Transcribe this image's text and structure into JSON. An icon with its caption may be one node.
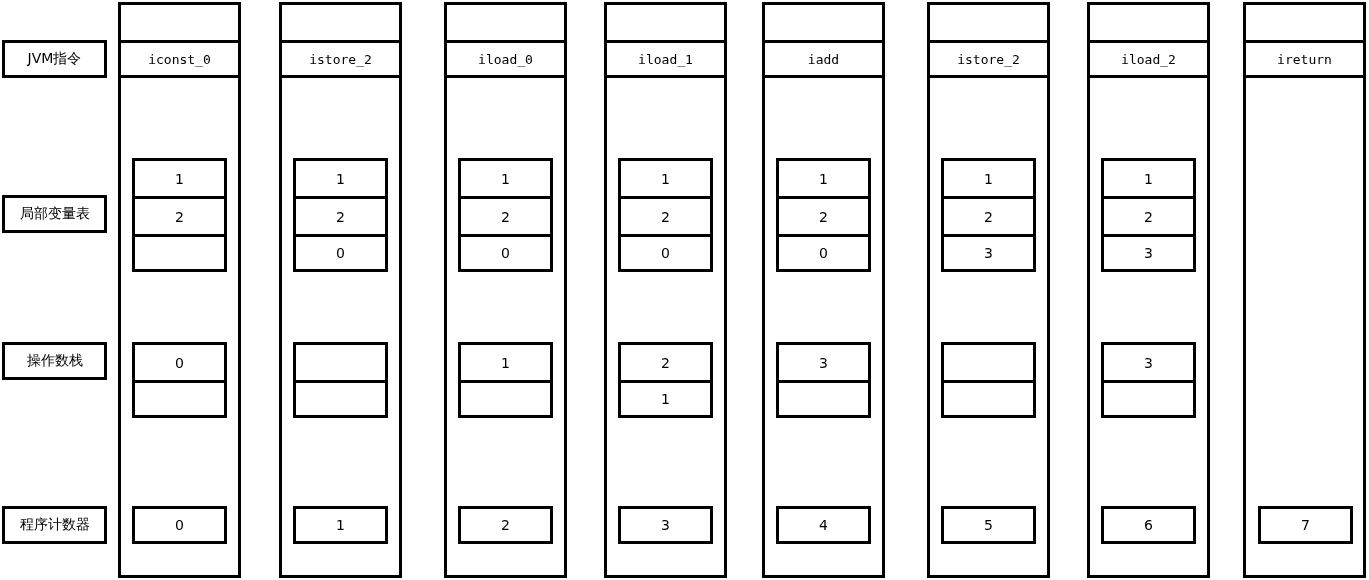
{
  "diagram": {
    "nodes": [
      {
        "text": [
          "JVM指令"
        ]
      },
      {
        "text": [
          "局部变量表"
        ]
      },
      {
        "text": [
          "操作数栈"
        ]
      },
      {
        "text": [
          "程序计数器"
        ]
      },
      {
        "text": [],
        "shape": "box"
      },
      {
        "text": [
          "iconst_0"
        ],
        "in": 4
      },
      {
        "text": [
          "1"
        ],
        "in": 4
      },
      {
        "text": [
          "2"
        ],
        "in": 4
      },
      {
        "text": [],
        "shape": "box",
        "in": 4
      },
      {
        "text": [
          "0"
        ],
        "in": 4
      },
      {
        "text": [],
        "shape": "box",
        "in": 4
      },
      {
        "text": [
          "0"
        ],
        "in": 4
      },
      {
        "text": [],
        "shape": "box"
      },
      {
        "text": [
          "istore_2"
        ],
        "in": 12
      },
      {
        "text": [
          "1"
        ],
        "in": 12
      },
      {
        "text": [
          "2"
        ],
        "in": 12
      },
      {
        "text": [
          "0"
        ],
        "in": 12
      },
      {
        "text": [],
        "shape": "box",
        "in": 12
      },
      {
        "text": [],
        "shape": "box",
        "in": 12
      },
      {
        "text": [
          "1"
        ],
        "in": 12
      },
      {
        "text": [],
        "shape": "box"
      },
      {
        "text": [
          "iload_0"
        ],
        "in": 20
      },
      {
        "text": [
          "1"
        ],
        "in": 20
      },
      {
        "text": [
          "2"
        ],
        "in": 20
      },
      {
        "text": [
          "0"
        ],
        "in": 20
      },
      {
        "text": [
          "1"
        ],
        "in": 20
      },
      {
        "text": [],
        "shape": "box",
        "in": 20
      },
      {
        "text": [
          "2"
        ],
        "in": 20
      },
      {
        "text": [],
        "shape": "box"
      },
      {
        "text": [
          "iload_1"
        ],
        "in": 28
      },
      {
        "text": [
          "1"
        ],
        "in": 28
      },
      {
        "text": [
          "2"
        ],
        "in": 28
      },
      {
        "text": [
          "0"
        ],
        "in": 28
      },
      {
        "text": [
          "2"
        ],
        "in": 28
      },
      {
        "text": [
          "1"
        ],
        "in": 28
      },
      {
        "text": [
          "3"
        ],
        "in": 28
      },
      {
        "text": [],
        "shape": "box"
      },
      {
        "text": [
          "iadd"
        ],
        "in": 36
      },
      {
        "text": [
          "1"
        ],
        "in": 36
      },
      {
        "text": [
          "2"
        ],
        "in": 36
      },
      {
        "text": [
          "0"
        ],
        "in": 36
      },
      {
        "text": [
          "3"
        ],
        "in": 36
      },
      {
        "text": [],
        "shape": "box",
        "in": 36
      },
      {
        "text": [
          "4"
        ],
        "in": 36
      },
      {
        "text": [],
        "shape": "box"
      },
      {
        "text": [
          "istore_2"
        ],
        "in": 44
      },
      {
        "text": [
          "1"
        ],
        "in": 44
      },
      {
        "text": [
          "2"
        ],
        "in": 44
      },
      {
        "text": [
          "3"
        ],
        "in": 44
      },
      {
        "text": [],
        "shape": "box",
        "in": 44
      },
      {
        "text": [],
        "shape": "box",
        "in": 44
      },
      {
        "text": [
          "5"
        ],
        "in": 44
      },
      {
        "text": [],
        "shape": "box"
      },
      {
        "text": [
          "iload_2"
        ],
        "in": 52
      },
      {
        "text": [
          "1"
        ],
        "in": 52
      },
      {
        "text": [
          "2"
        ],
        "in": 52
      },
      {
        "text": [
          "3"
        ],
        "in": 52
      },
      {
        "text": [
          "3"
        ],
        "in": 52
      },
      {
        "text": [],
        "shape": "box",
        "in": 52
      },
      {
        "text": [
          "6"
        ],
        "in": 52
      },
      {
        "text": [],
        "shape": "box"
      },
      {
        "text": [
          "ireturn"
        ],
        "in": 60
      },
      {
        "text": [
          "7"
        ],
        "in": 60
      }
    ],
    "edges": []
  }
}
